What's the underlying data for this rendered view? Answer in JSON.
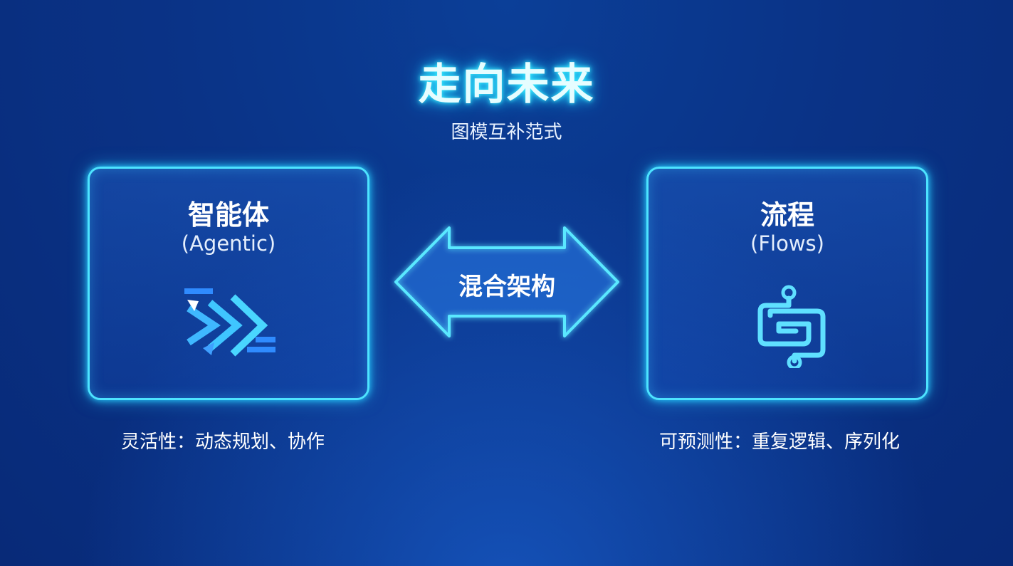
{
  "title": "走向未来",
  "subtitle": "图模互补范式",
  "left_panel": {
    "title": "智能体",
    "subtitle": "(Agentic)",
    "icon": "fast-forward-arrows-icon",
    "caption": "灵活性：动态规划、协作"
  },
  "right_panel": {
    "title": "流程",
    "subtitle": "(Flows)",
    "icon": "flow-path-icon",
    "caption": "可预测性：重复逻辑、序列化"
  },
  "connector": {
    "label": "混合架构",
    "icon": "double-arrow-icon"
  },
  "colors": {
    "background": "#0a3387",
    "glow": "#4de3ff",
    "icon_blue": "#2f9bff",
    "text": "#ffffff"
  }
}
